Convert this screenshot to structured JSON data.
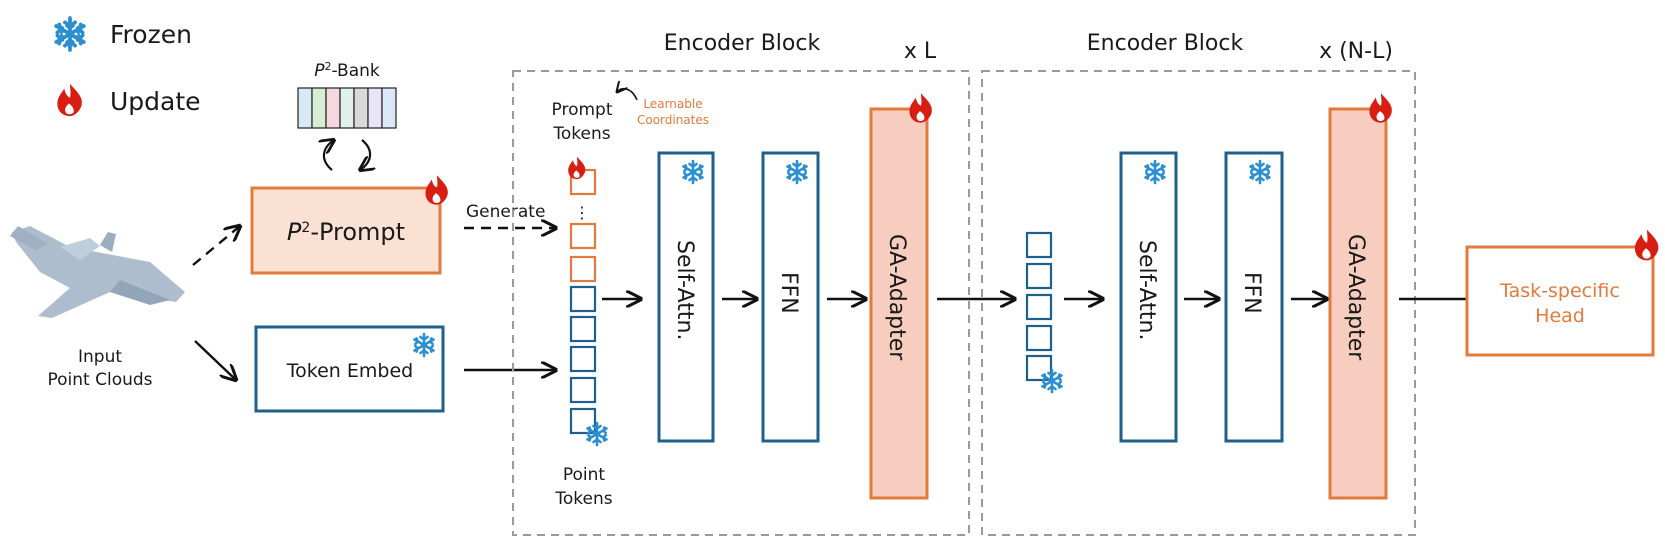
{
  "legend": {
    "frozen": {
      "label": "Frozen",
      "icon": "snowflake-icon"
    },
    "update": {
      "label": "Update",
      "icon": "flame-icon"
    }
  },
  "input": {
    "line1": "Input",
    "line2": "Point Clouds"
  },
  "bank": {
    "label_prefix": "P",
    "label_sup": "2",
    "label_suffix": "-Bank"
  },
  "prompt_module": {
    "label_prefix": "P",
    "label_sup": "2",
    "label_suffix": "-Prompt"
  },
  "token_embed": {
    "label": "Token Embed"
  },
  "generate_label": "Generate",
  "prompt_tokens": {
    "line1": "Prompt",
    "line2": "Tokens"
  },
  "learnable_coords": {
    "line1": "Learnable",
    "line2": "Coordinates"
  },
  "point_tokens": {
    "line1": "Point",
    "line2": "Tokens"
  },
  "ellipsis": "⋮",
  "encoder_block_1": {
    "title": "Encoder Block",
    "repeat": "x L",
    "self_attn": "Self-Attn.",
    "ffn": "FFN",
    "adapter": "GA-Adapter"
  },
  "encoder_block_2": {
    "title": "Encoder Block",
    "repeat": "x (N-L)",
    "self_attn": "Self-Attn.",
    "ffn": "FFN",
    "adapter": "GA-Adapter"
  },
  "head": {
    "line1": "Task-specific",
    "line2": "Head"
  },
  "colors": {
    "frozen_blue": "#1f5f8b",
    "update_orange": "#e07b3c",
    "adapter_fill": "#f6cdbf",
    "prompt_fill": "#fbe1d3",
    "flame_red": "#d81e12",
    "dashed_gray": "#9a9a9a",
    "bank_cells": [
      "#d6e9f5",
      "#d7eed5",
      "#f7d7df",
      "#dff1ea",
      "#d9d9d9",
      "#e8e4f4",
      "#dbe8f5"
    ]
  }
}
